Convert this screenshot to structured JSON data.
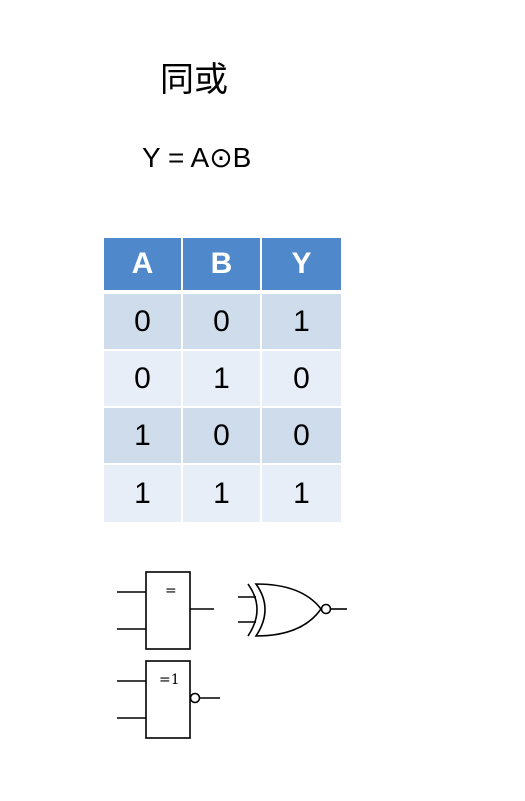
{
  "title": "同或",
  "formula": "Y = A⊙B",
  "truth_table": {
    "headers": [
      "A",
      "B",
      "Y"
    ],
    "rows": [
      [
        "0",
        "0",
        "1"
      ],
      [
        "0",
        "1",
        "0"
      ],
      [
        "1",
        "0",
        "0"
      ],
      [
        "1",
        "1",
        "1"
      ]
    ],
    "header_color": "#4f89cb",
    "row_color_dark": "#cfdcec",
    "row_color_light": "#e8eef7"
  },
  "symbols": {
    "iec_equivalence_label": "=",
    "iec_xnor_label": "=1",
    "ansi_xnor_icon": "xnor-gate-icon"
  }
}
